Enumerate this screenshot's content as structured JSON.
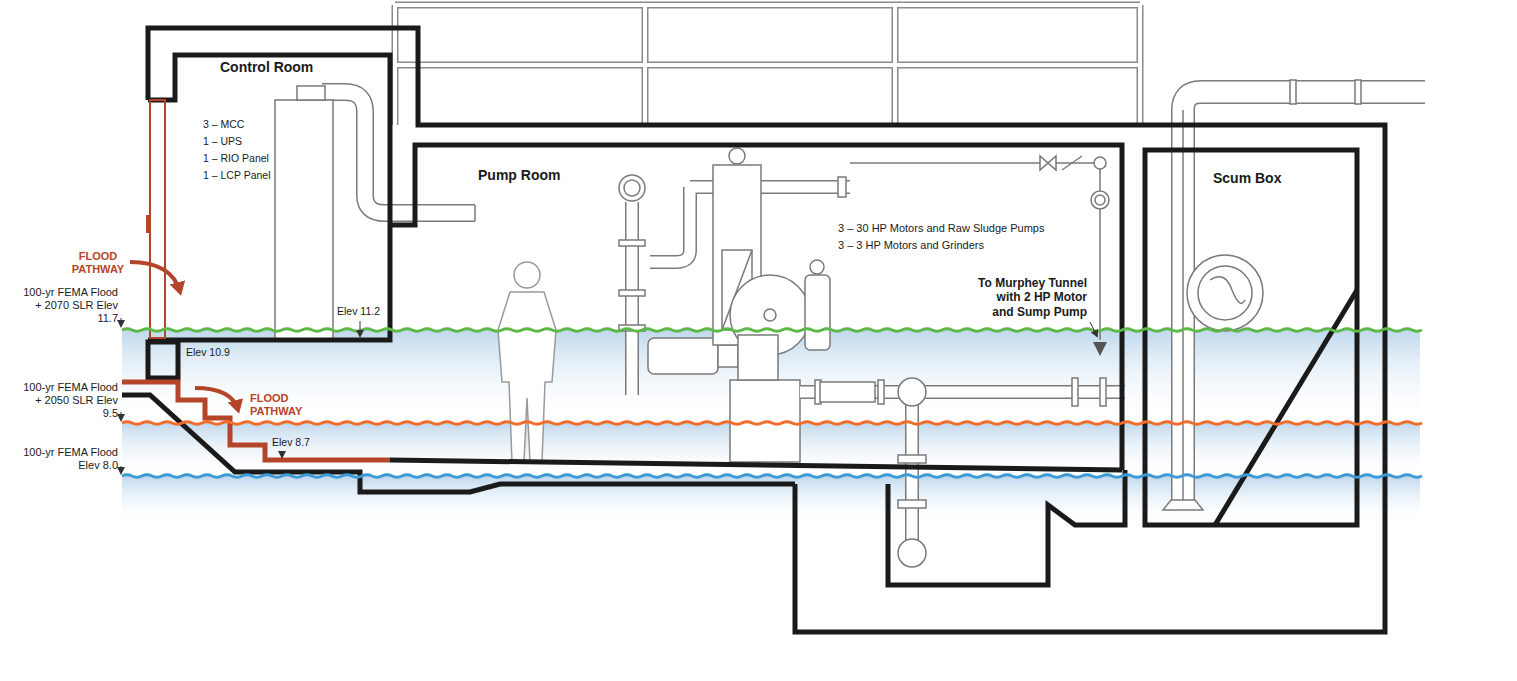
{
  "diagram": {
    "nodes": [
      {
        "text": [
          "Control Room"
        ]
      },
      {
        "text": [
          "Pump Room"
        ]
      },
      {
        "text": [
          "Scum Box"
        ]
      }
    ],
    "labels": [
      "3 – MCC",
      "1 – UPS",
      "1 – RIO Panel",
      "1 – LCP Panel",
      "FLOOD PATHWAY",
      "100-yr FEMA Flood + 2070 SLR Elev 11.7",
      "Elev 11.2",
      "Elev 10.9",
      "100-yr FEMA Flood + 2050 SLR Elev 9.5",
      "FLOOD PATHWAY",
      "Elev 8.7",
      "100-yr FEMA Flood Elev 8.0",
      "3 – 30 HP Motors and Raw Sludge Pumps",
      "3 – 3 HP Motors and Grinders",
      "To Murphey Tunnel with 2 HP Motor and Sump Pump"
    ]
  }
}
